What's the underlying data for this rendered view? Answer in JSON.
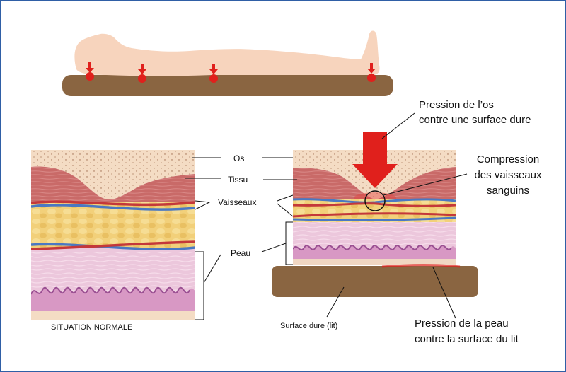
{
  "labels": {
    "bone_pressure_line1": "Pression de l’os",
    "bone_pressure_line2": "contre une surface dure",
    "compression_line1": "Compression",
    "compression_line2": "des vaisseaux",
    "compression_line3": "sanguins",
    "os": "Os",
    "tissu": "Tissu",
    "vaisseaux": "Vaisseaux",
    "peau": "Peau",
    "normal_situation": "SITUATION NORMALE",
    "hard_surface": "Surface dure (lit)",
    "skin_pressure_line1": "Pression de la peau",
    "skin_pressure_line2": "contre la surface du lit"
  },
  "colors": {
    "frame": "#2f5fa6",
    "mattress": "#8a6541",
    "body": "#f7d4bd",
    "pressure_point": "#e0201c",
    "bone": "#f4dcc4",
    "tissue": "#c96a68",
    "fat": "#f2d07a",
    "skin": "#ecc7dc",
    "dermis": "#d898c4",
    "vessel_blue": "#4a78c2",
    "vessel_red": "#c4383a"
  },
  "icons": {
    "pressure_arrow": "red-down-arrow",
    "pressure_points": "red-dot-with-arrow"
  }
}
